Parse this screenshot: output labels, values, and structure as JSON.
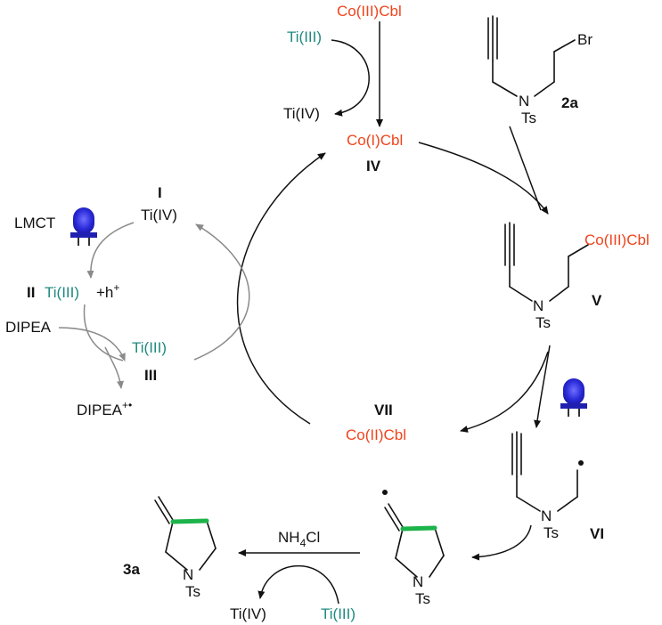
{
  "reagents": {
    "co3_top": "Co(III)Cbl",
    "ti3_top": "Ti(III)",
    "ti4_top": "Ti(IV)",
    "co1": "Co(I)Cbl",
    "co3_V": "Co(III)Cbl",
    "co2": "Co(II)Cbl",
    "ti4_I": "Ti(IV)",
    "ti3_II": "Ti(III)",
    "h_plus": "+h",
    "h_sup": "+",
    "ti3_III": "Ti(III)",
    "lmct": "LMCT",
    "dipea": "DIPEA",
    "dipea_rc": "DIPEA",
    "dipea_rc_sup": "+•",
    "nh4cl": "NH",
    "nh4cl_sub": "4",
    "nh4cl_cl": "Cl",
    "ti4_bottom": "Ti(IV)",
    "ti3_bottom": "Ti(III)"
  },
  "atoms": {
    "br": "Br",
    "n": "N",
    "ts": "Ts"
  },
  "compound_labels": {
    "c2a": "2a",
    "I": "I",
    "II": "II",
    "III": "III",
    "IV": "IV",
    "V": "V",
    "VI": "VI",
    "VII": "VII",
    "c3a": "3a"
  },
  "colors": {
    "cobalt": "#f0441c",
    "titanium": "#1f8a80",
    "new_bond": "#1db34a",
    "led": "#2b2bd9",
    "cycle_arrow_gray": "#8a8a8a"
  },
  "icons": [
    "blue-led-icon",
    "blue-led-icon"
  ]
}
